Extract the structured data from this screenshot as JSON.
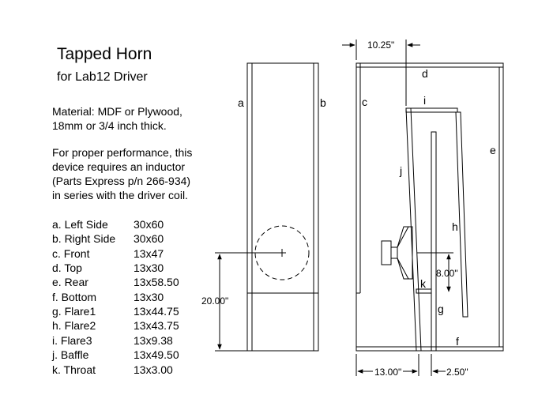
{
  "title": "Tapped Horn",
  "subtitle": "for Lab12 Driver",
  "material": {
    "line1": "Material:  MDF or Plywood,",
    "line2": "18mm or 3/4 inch thick."
  },
  "note": {
    "line1": "For proper performance, this",
    "line2": "device requires an inductor",
    "line3": "(Parts Express p/n 266-934)",
    "line4": "in series with the driver coil."
  },
  "parts": [
    {
      "name": "a. Left Side",
      "size": "30x60"
    },
    {
      "name": "b. Right Side",
      "size": "30x60"
    },
    {
      "name": "c. Front",
      "size": "13x47"
    },
    {
      "name": "d. Top",
      "size": "13x30"
    },
    {
      "name": "e. Rear",
      "size": "13x58.50"
    },
    {
      "name": "f.  Bottom",
      "size": "13x30"
    },
    {
      "name": "g. Flare1",
      "size": "13x44.75"
    },
    {
      "name": "h. Flare2",
      "size": "13x43.75"
    },
    {
      "name": "i.  Flare3",
      "size": "13x9.38"
    },
    {
      "name": "j.  Baffle",
      "size": "13x49.50"
    },
    {
      "name": "k. Throat",
      "size": "13x3.00"
    }
  ],
  "labels": {
    "a": "a",
    "b": "b",
    "c": "c",
    "d": "d",
    "e": "e",
    "f": "f",
    "g": "g",
    "h": "h",
    "i": "i",
    "j": "j",
    "k": "k"
  },
  "dimensions": {
    "top_width": "10.25\"",
    "driver_height": "20.00\"",
    "port_height": "8.00\"",
    "bottom_left": "13.00\"",
    "bottom_right": "2.50\""
  }
}
